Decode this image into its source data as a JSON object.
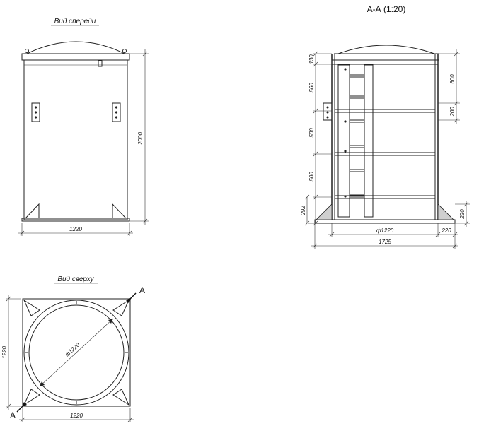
{
  "front_view": {
    "title": "Вид спереди",
    "dim_width": "1220",
    "dim_height": "2000"
  },
  "top_view": {
    "title": "Вид сверху",
    "dim_width": "1220",
    "dim_height": "1220",
    "dim_diameter": "ф1220",
    "section_mark_top": "А",
    "section_mark_bottom": "А"
  },
  "section_view": {
    "title": "А-А (1:20)",
    "dims_left": [
      "130",
      "560",
      "500",
      "500",
      "292"
    ],
    "dims_right": [
      "600",
      "200",
      "220"
    ],
    "dim_inner_diameter": "ф1220",
    "dim_flange": "220",
    "dim_overall": "1725"
  }
}
